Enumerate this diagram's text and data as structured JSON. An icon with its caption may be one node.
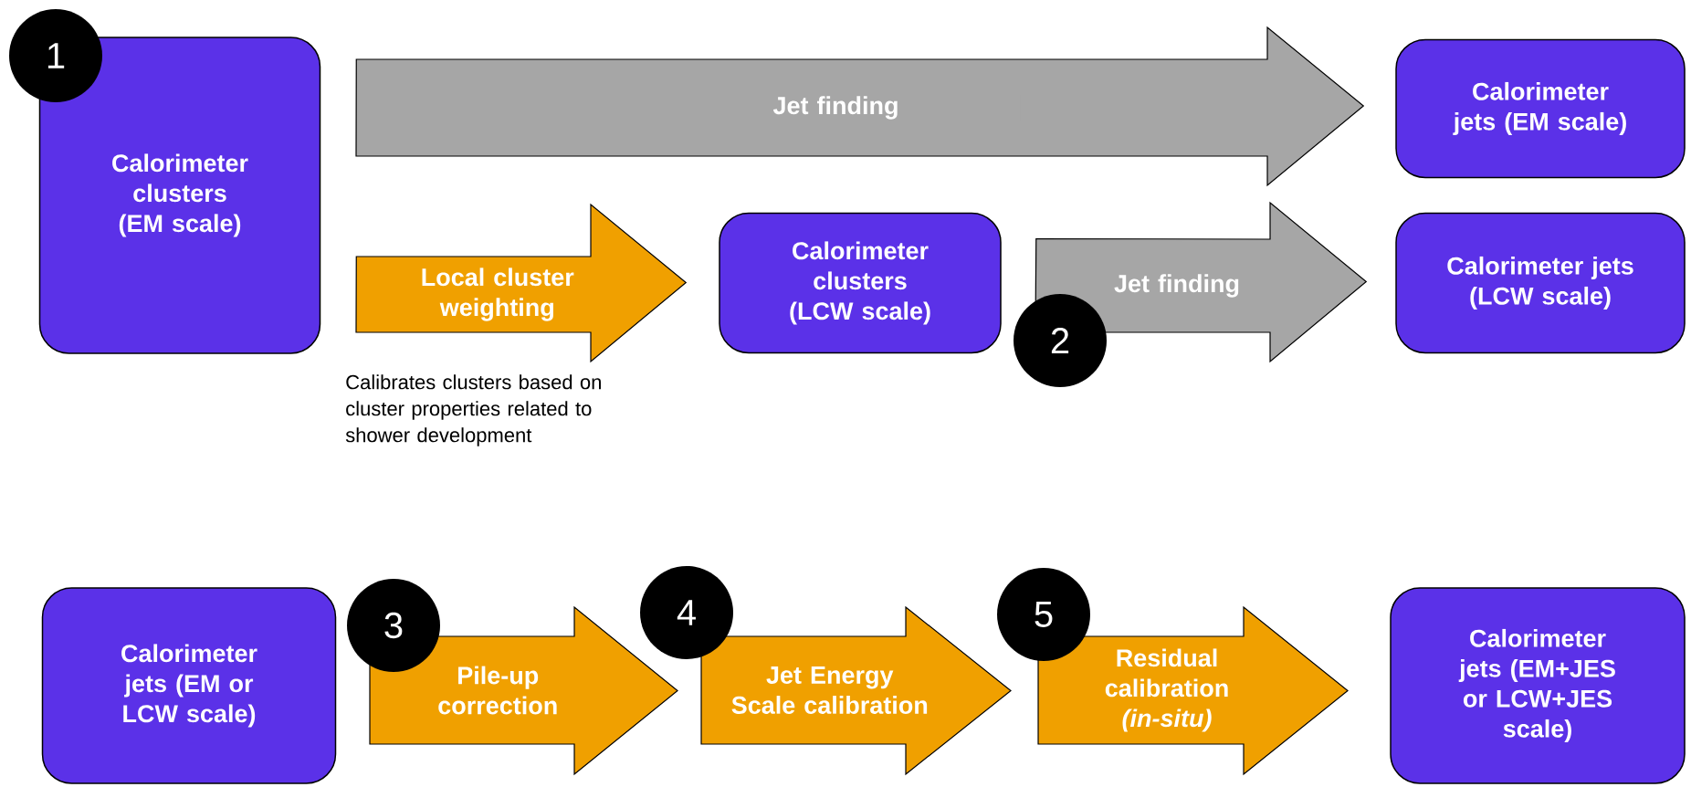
{
  "diagram": {
    "nodes": [
      {
        "text": [
          "1"
        ]
      },
      {
        "text": [
          "Calorimeter clusters (EM scale)"
        ]
      },
      {
        "text": [
          "Calorimeter jets (EM scale)"
        ]
      },
      {
        "text": [
          "Calorimeter clusters (LCW scale)"
        ]
      },
      {
        "text": [
          "2"
        ]
      },
      {
        "text": [
          "Calorimeter jets (LCW scale)"
        ]
      },
      {
        "text": [
          "Calorimeter jets (EM or LCW scale)"
        ]
      },
      {
        "text": [
          "3"
        ]
      },
      {
        "text": [
          "Pile-up correction"
        ]
      },
      {
        "text": [
          "4"
        ]
      },
      {
        "text": [
          "Jet Energy Scale calibration"
        ]
      },
      {
        "text": [
          "5"
        ]
      },
      {
        "text": [
          "Residual calibration *(in-situ)*"
        ]
      },
      {
        "text": [
          "Calorimeter jets (EM+JES or LCW+JES scale)"
        ]
      }
    ],
    "edges": [
      {
        "from": 1,
        "to": 2,
        "arrow": "to",
        "label": "Jet finding",
        "color": "#a6a6a6"
      },
      {
        "from": 1,
        "to": 3,
        "arrow": "to",
        "label": "Local cluster weighting"
      },
      {
        "from": 3,
        "to": 5,
        "arrow": "to",
        "label": "Jet finding",
        "color": "#a6a6a6"
      }
    ],
    "labels": [
      "Calibrates clusters based on cluster properties related to shower development"
    ]
  }
}
